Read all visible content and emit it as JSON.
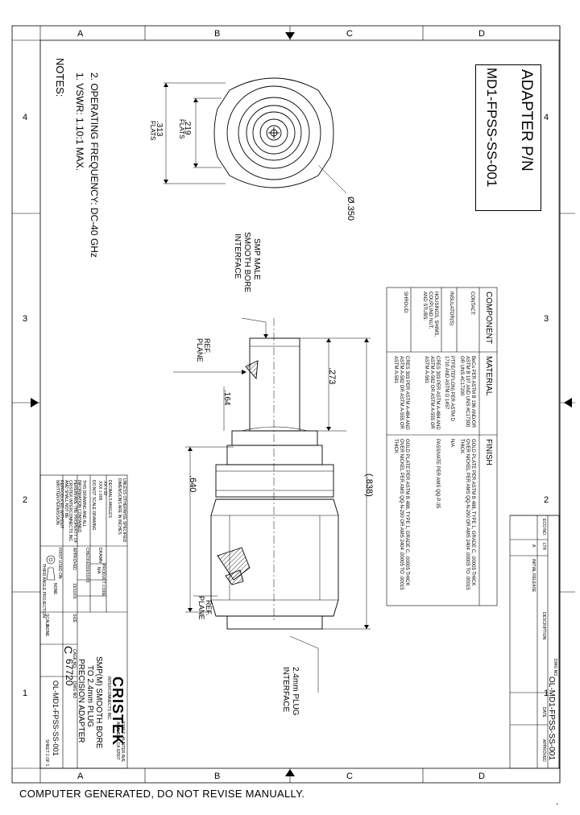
{
  "title": "ADAPTER P/N",
  "part_number": "MD1-FPSS-SS-001",
  "footer": "COMPUTER GENERATED, DO NOT REVISE MANUALLY.",
  "footer_dot": ".",
  "zones": {
    "letters_top": [
      "A",
      "B",
      "C",
      "D"
    ],
    "numbers_left": [
      "4",
      "3",
      "2",
      "1"
    ]
  },
  "notes": {
    "heading": "NOTES:",
    "items": [
      "1.  VSWR: 1.10:1 MAX.",
      "2.  OPERATING FREQUENCY: DC-40 GHz"
    ]
  },
  "dimensions": {
    "diameter": "Ø.350",
    "flats_219": ".219",
    "flats_313": ".313",
    "flats_word": "FLATS",
    "d_838": "(.838)",
    "d_273": ".273",
    "d_164": ".164",
    "d_640": ".640"
  },
  "labels": {
    "smp_interface": [
      "SMP MALE",
      "SMOOTH BORE",
      "INTERFACE"
    ],
    "plug_interface": [
      "2.4mm PLUG",
      "INTERFACE"
    ],
    "ref_plane": [
      "REF.",
      "PLANE"
    ]
  },
  "materials_table": {
    "headers": [
      "COMPONENT",
      "MATERIAL",
      "FINISH"
    ],
    "rows": [
      {
        "component": "CONTACT:",
        "material": "BeCu PER ASTM B 196 AND/OR ASTM B 197 AND UNS #C17300 OR UNS #C17200",
        "finish": "GOLD PLATE PER ASTM B 488, TYPE 1, GRADE C, .00005 THICK OVER NICKEL PER AMS QQ-N-290 OR AMS 2404 .00005 TO .00015 THICK"
      },
      {
        "component": "INSULATOR(S):",
        "material": "PTFE(TEFLON) PER ASTM D 1710 AND ASTM D 1457",
        "finish": "N/A"
      },
      {
        "component": "HOUSINGS, SHIMS, COUPLING NUT, AND STUBS:",
        "material": "CRES 303 PER ASTM A-484 AND ASTM A-582 OR ASTM A-555 OR ASTM A-581",
        "finish": "PASSIVATE PER AMS QQ-P-35"
      },
      {
        "component": "SHROUD:",
        "material": "CRES 303 PER ASTM A-484 AND ASTM A-582 OR ASTM A-555 OR ASTM A-581",
        "finish": "GOLD PLATE PER ASTM B 488, TYPE 1, GRADE C, .00005 THICK OVER NICKEL PER AMS QQ-N-290 OR AMS 2404 .00005 TO .00015 THICK"
      }
    ]
  },
  "revision_block": {
    "dwg_no_label": "DWG NO",
    "dwg_no": "OL-MD1-FPSS-SS-001",
    "headers": [
      "ECO NO.",
      "LTR",
      "DESCRIPTION",
      "DATE",
      "APPROVED"
    ],
    "row": {
      "ltr": "A",
      "description": "INITIAL RELEASE"
    }
  },
  "title_block": {
    "company": "CRISTEK",
    "company_sub": "INTERCONNECTS INC.",
    "address": "5395 E. HUNTER AVE ANAHEIM, CA 92807",
    "drawing_title": [
      "SMP(M) SMOOTH BORE",
      "TO 2.4mm PLUG",
      "PRECISION ADAPTER"
    ],
    "size_label": "SIZE",
    "size": "C",
    "cage_label": "CAGE NO.",
    "cage": "67720",
    "dwg_label": "DWG NO",
    "dwg": "OL-MD1-FPSS-SS-001",
    "scale_label": "SCALE",
    "scale": "NONE",
    "sheet": "SHEET 1 OF 1",
    "date_1": "19/10/03",
    "date_2": "19/10/03",
    "product_label": "PRODUCT CODE",
    "product": "N/A",
    "projection": "THIRD ANGLE PROJECTION",
    "first_used_label": "FIRST USED ON",
    "first_used": "NONE",
    "tolerances_heading": "UNLESS OTHERWISE SPECIFIED DIMENSIONS ARE IN INCHES",
    "tolerances": [
      "DECIMALS  ANGLES",
      ".XX ±.02",
      ".XXX ±.005",
      "DO NOT SCALE DRAWING"
    ],
    "proprietary": "THIS DRAWING AND ALL INFORMATION CONTAINED HEREIN ARE THE PROPERTY OF CRISTEK INTERCONNECTS INC. AND SHALL NOT BE REPRODUCED WITHOUT WRITTEN PERMISSION",
    "drawn_label": "DRAWN",
    "checked_label": "CHECKED",
    "approved_label": "APPROVED"
  }
}
